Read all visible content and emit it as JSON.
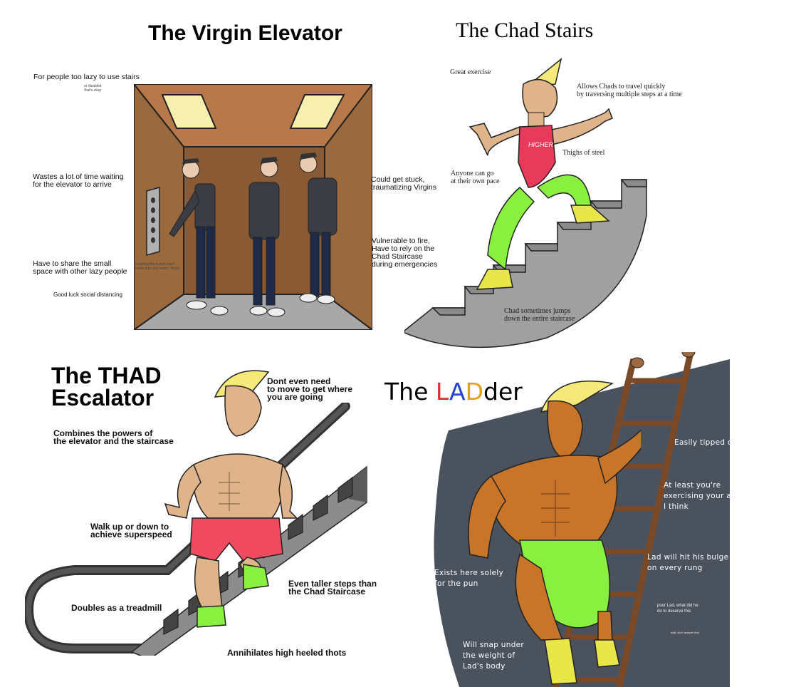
{
  "panels": {
    "virgin": {
      "title": "The Virgin Elevator",
      "captions": {
        "lazy": "For people too lazy to use stairs",
        "tiny_top": "or disabled\nthat's okay",
        "waiting": "Wastes a lot of time waiting\nfor the elevator to arrive",
        "stuck": "Could get stuck,\ntraumatizing Virgins",
        "fire": "Vulnerable to fire,\nHave to rely on the\nChad Staircase\nduring emergencies",
        "share": "Have to share the small\nspace with other lazy people",
        "button_note": "mashing the button won't\nmake it go any faster, Virgin",
        "distancing": "Good luck social distancing"
      }
    },
    "chad": {
      "title": "The Chad Stairs",
      "shirt_text": "HIGHER",
      "captions": {
        "exercise": "Great exercise",
        "travel": "Allows Chads to travel quickly\nby traversing multiple steps at a time",
        "thighs": "Thighs of steel",
        "pace": "Anyone can go\nat their own pace",
        "jumps": "Chad sometimes jumps\ndown the entire staircase"
      }
    },
    "thad": {
      "title": "The THAD\nEscalator",
      "captions": {
        "move": "Dont even need\nto move to get where\nyou are going",
        "combines": "Combines the powers of\nthe elevator and the staircase",
        "walk": "Walk up or down to\nachieve superspeed",
        "steps": "Even taller steps than\nthe Chad Staircase",
        "treadmill": "Doubles as a treadmill",
        "heeled": "Annihilates high heeled thots"
      }
    },
    "lad": {
      "title_parts": [
        "The ",
        "L",
        "A",
        "D",
        "der"
      ],
      "colors": {
        "L": "#d93030",
        "A": "#2244cc",
        "D": "#e0a020"
      },
      "captions": {
        "tipped": "Easily tipped over",
        "arms": "At least you're\nexercising your arms,\nI think",
        "bulge": "Lad will hit his bulge\non every rung",
        "pun": "Exists here solely\nfor the pun",
        "poor": "poor Lad, what did he\ndo to deserve this",
        "tiny": "wait, don't answer that",
        "snap": "Will snap under\nthe weight of\nLad's body"
      }
    }
  },
  "colors": {
    "elevator_wall": "#9a6a3e",
    "elevator_floor": "#a8a8a8",
    "stair_gray": "#a0a0a0",
    "lad_bg": "#4a525e",
    "skin": "#e0b48a",
    "lad_skin": "#c8752a",
    "hair": "#f4e97a",
    "lime": "#8af040",
    "shorts_pink": "#f04a60"
  }
}
